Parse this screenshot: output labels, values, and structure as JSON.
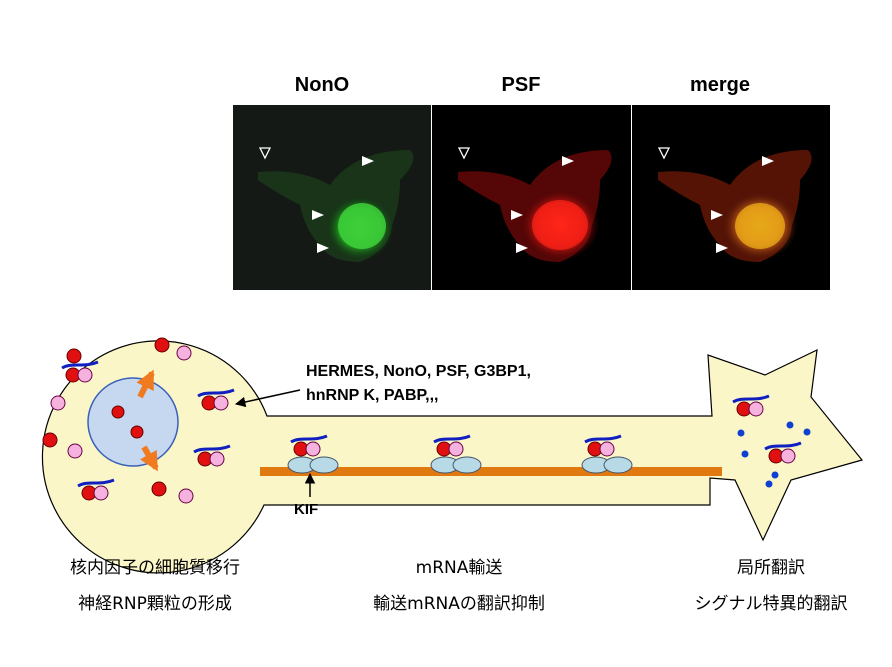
{
  "panels": [
    {
      "title": "NonO",
      "color": "#35b030"
    },
    {
      "title": "PSF",
      "color": "#e8201c"
    },
    {
      "title": "merge",
      "color": "#d8a020"
    }
  ],
  "molecule_label_line1": "HERMES, NonO, PSF, G3BP1,",
  "molecule_label_line2": "hnRNP K, PABP,,,",
  "motor_label": "KIF",
  "captions": {
    "soma_line1": "核内因子の細胞質移行",
    "soma_line2": "神経RNP顆粒の形成",
    "axon_line1": "mRNA輸送",
    "axon_line2": "輸送mRNAの翻訳抑制",
    "terminal_line1": "局所翻訳",
    "terminal_line2": "シグナル特異的翻訳"
  },
  "colors": {
    "cell_fill": "#fbf6c8",
    "nucleus_fill": "#c6d8f0",
    "nucleus_stroke": "#3a60b8",
    "red_particle": "#e01010",
    "pink_particle": "#f6b2de",
    "rna_strand": "#1020c0",
    "microtubule": "#e07a10",
    "arrow_orange": "#f07a20",
    "kif_motor": "#b8dae6",
    "dot_blue": "#1040d0"
  },
  "icons": [
    "open-arrowhead-icon",
    "filled-arrowhead-icon"
  ]
}
